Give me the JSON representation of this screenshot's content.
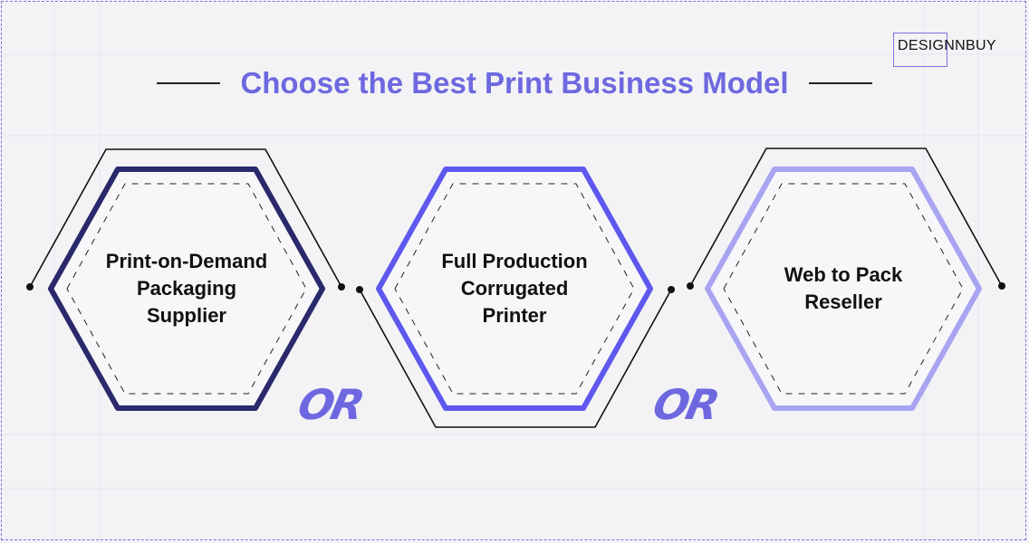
{
  "title": "Choose the Best Print Business Model",
  "brand": "DESIGNNBUY",
  "models": [
    {
      "lines": [
        "Print-on-Demand",
        "Packaging",
        "Supplier"
      ],
      "color": "#29296b"
    },
    {
      "lines": [
        "Full Production",
        "Corrugated",
        "Printer"
      ],
      "color": "#5e58ee"
    },
    {
      "lines": [
        "Web to Pack",
        "Reseller"
      ],
      "color": "#a8a4f2"
    }
  ],
  "separators": [
    "OR",
    "OR"
  ],
  "colors": {
    "accent": "#6e68e0",
    "background": "#f3f3f5"
  }
}
